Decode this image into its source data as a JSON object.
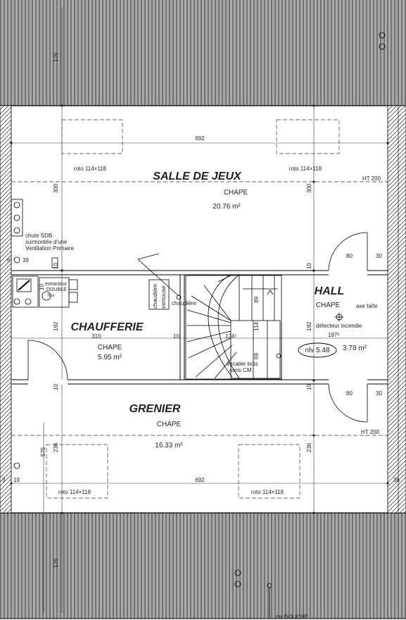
{
  "rooms": {
    "salle": {
      "name": "SALLE DE JEUX",
      "floor": "CHAPE",
      "area": "20.76 m²"
    },
    "chaufferie": {
      "name": "CHAUFFERIE",
      "floor": "CHAPE",
      "area": "5.95 m²"
    },
    "hall": {
      "name": "HALL",
      "floor": "CHAPE",
      "area": "3.78 m²"
    },
    "grenier": {
      "name": "GRENIER",
      "floor": "CHAPE",
      "area": "16.33 m²"
    }
  },
  "windows": {
    "top_left": "roto 114×118",
    "top_right": "roto 114×118",
    "bottom_left": "roto 114×118",
    "bottom_right": "roto 114×118"
  },
  "labels": {
    "ht_top": "HT 200",
    "ht_bottom": "HT 200",
    "chute_1": "chute SDB",
    "chute_2": "surmontée d'une",
    "chute_3": "Ventilation Primaire",
    "extracteur_1": "extracteur",
    "extracteur_2": "DOUBLE",
    "extracteur_3": "flux",
    "chaudiere": "chaudière",
    "ventouse": "ventouse",
    "chaudiere_note": "chaudière",
    "axe_faite": "axe faîte",
    "detecteur": "détecteur incendie",
    "nlv": "nlv 5.48",
    "escalier_1": "escalier bois",
    "escalier_2": "sans CM",
    "douche": "rte DOUCHE"
  },
  "dimensions": {
    "top_176": "176",
    "width_top": "692",
    "left_300": "300",
    "mid_300": "300",
    "dim_39": "39",
    "dim_6": "6",
    "dim_10a": "10",
    "dim_10b": "10",
    "dim_10c": "10",
    "dim_10d": "10",
    "dim_10e": "10",
    "dim_10f": "10",
    "dim_80a": "80",
    "dim_30a": "30",
    "dim_80b": "80",
    "dim_30b": "30",
    "dim_192a": "192",
    "dim_192b": "192",
    "dim_310": "310",
    "dim_174": "174⁵",
    "dim_114": "114",
    "dim_89": "89",
    "dim_69": "69",
    "dim_1973": "197³",
    "dim_575": "575",
    "dim_236a": "236",
    "dim_236b": "236",
    "width_bottom": "692",
    "dim_19": "19",
    "dim_3": "3",
    "dim_36": "36",
    "bottom_176": "176"
  }
}
